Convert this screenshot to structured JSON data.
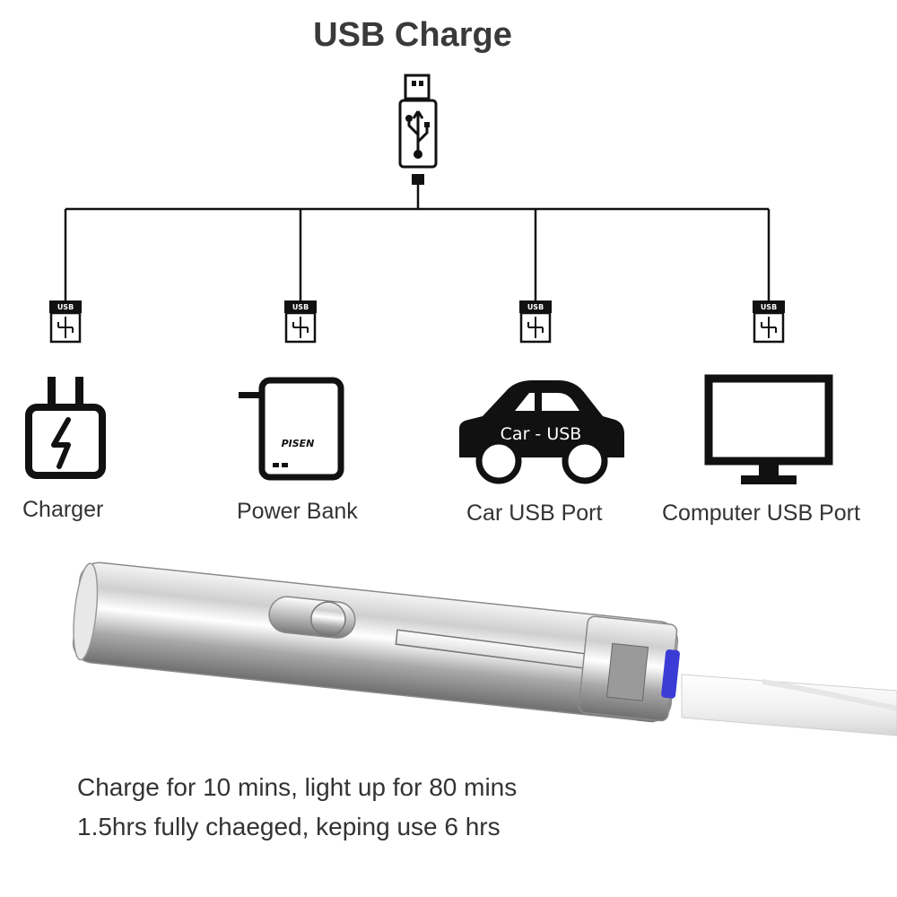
{
  "title": "USB Charge",
  "devices": [
    {
      "name": "Charger",
      "icon": "wall-charger-icon"
    },
    {
      "name": "Power Bank",
      "icon": "power-bank-icon"
    },
    {
      "name": "Car USB Port",
      "icon": "car-icon"
    },
    {
      "name": "Computer USB Port",
      "icon": "monitor-icon"
    }
  ],
  "power_bank_brand": "PISEN",
  "car_text": "Car - USB",
  "usb_tag": "USB",
  "captions": [
    "Charge for 10 mins, light up for 80 mins",
    "1.5hrs fully chaeged, keping use 6 hrs"
  ],
  "colors": {
    "line": "#111111",
    "text": "#333333",
    "title": "#3a3a3a",
    "steel": "#c8c8c8",
    "led": "#3b3bd6"
  }
}
